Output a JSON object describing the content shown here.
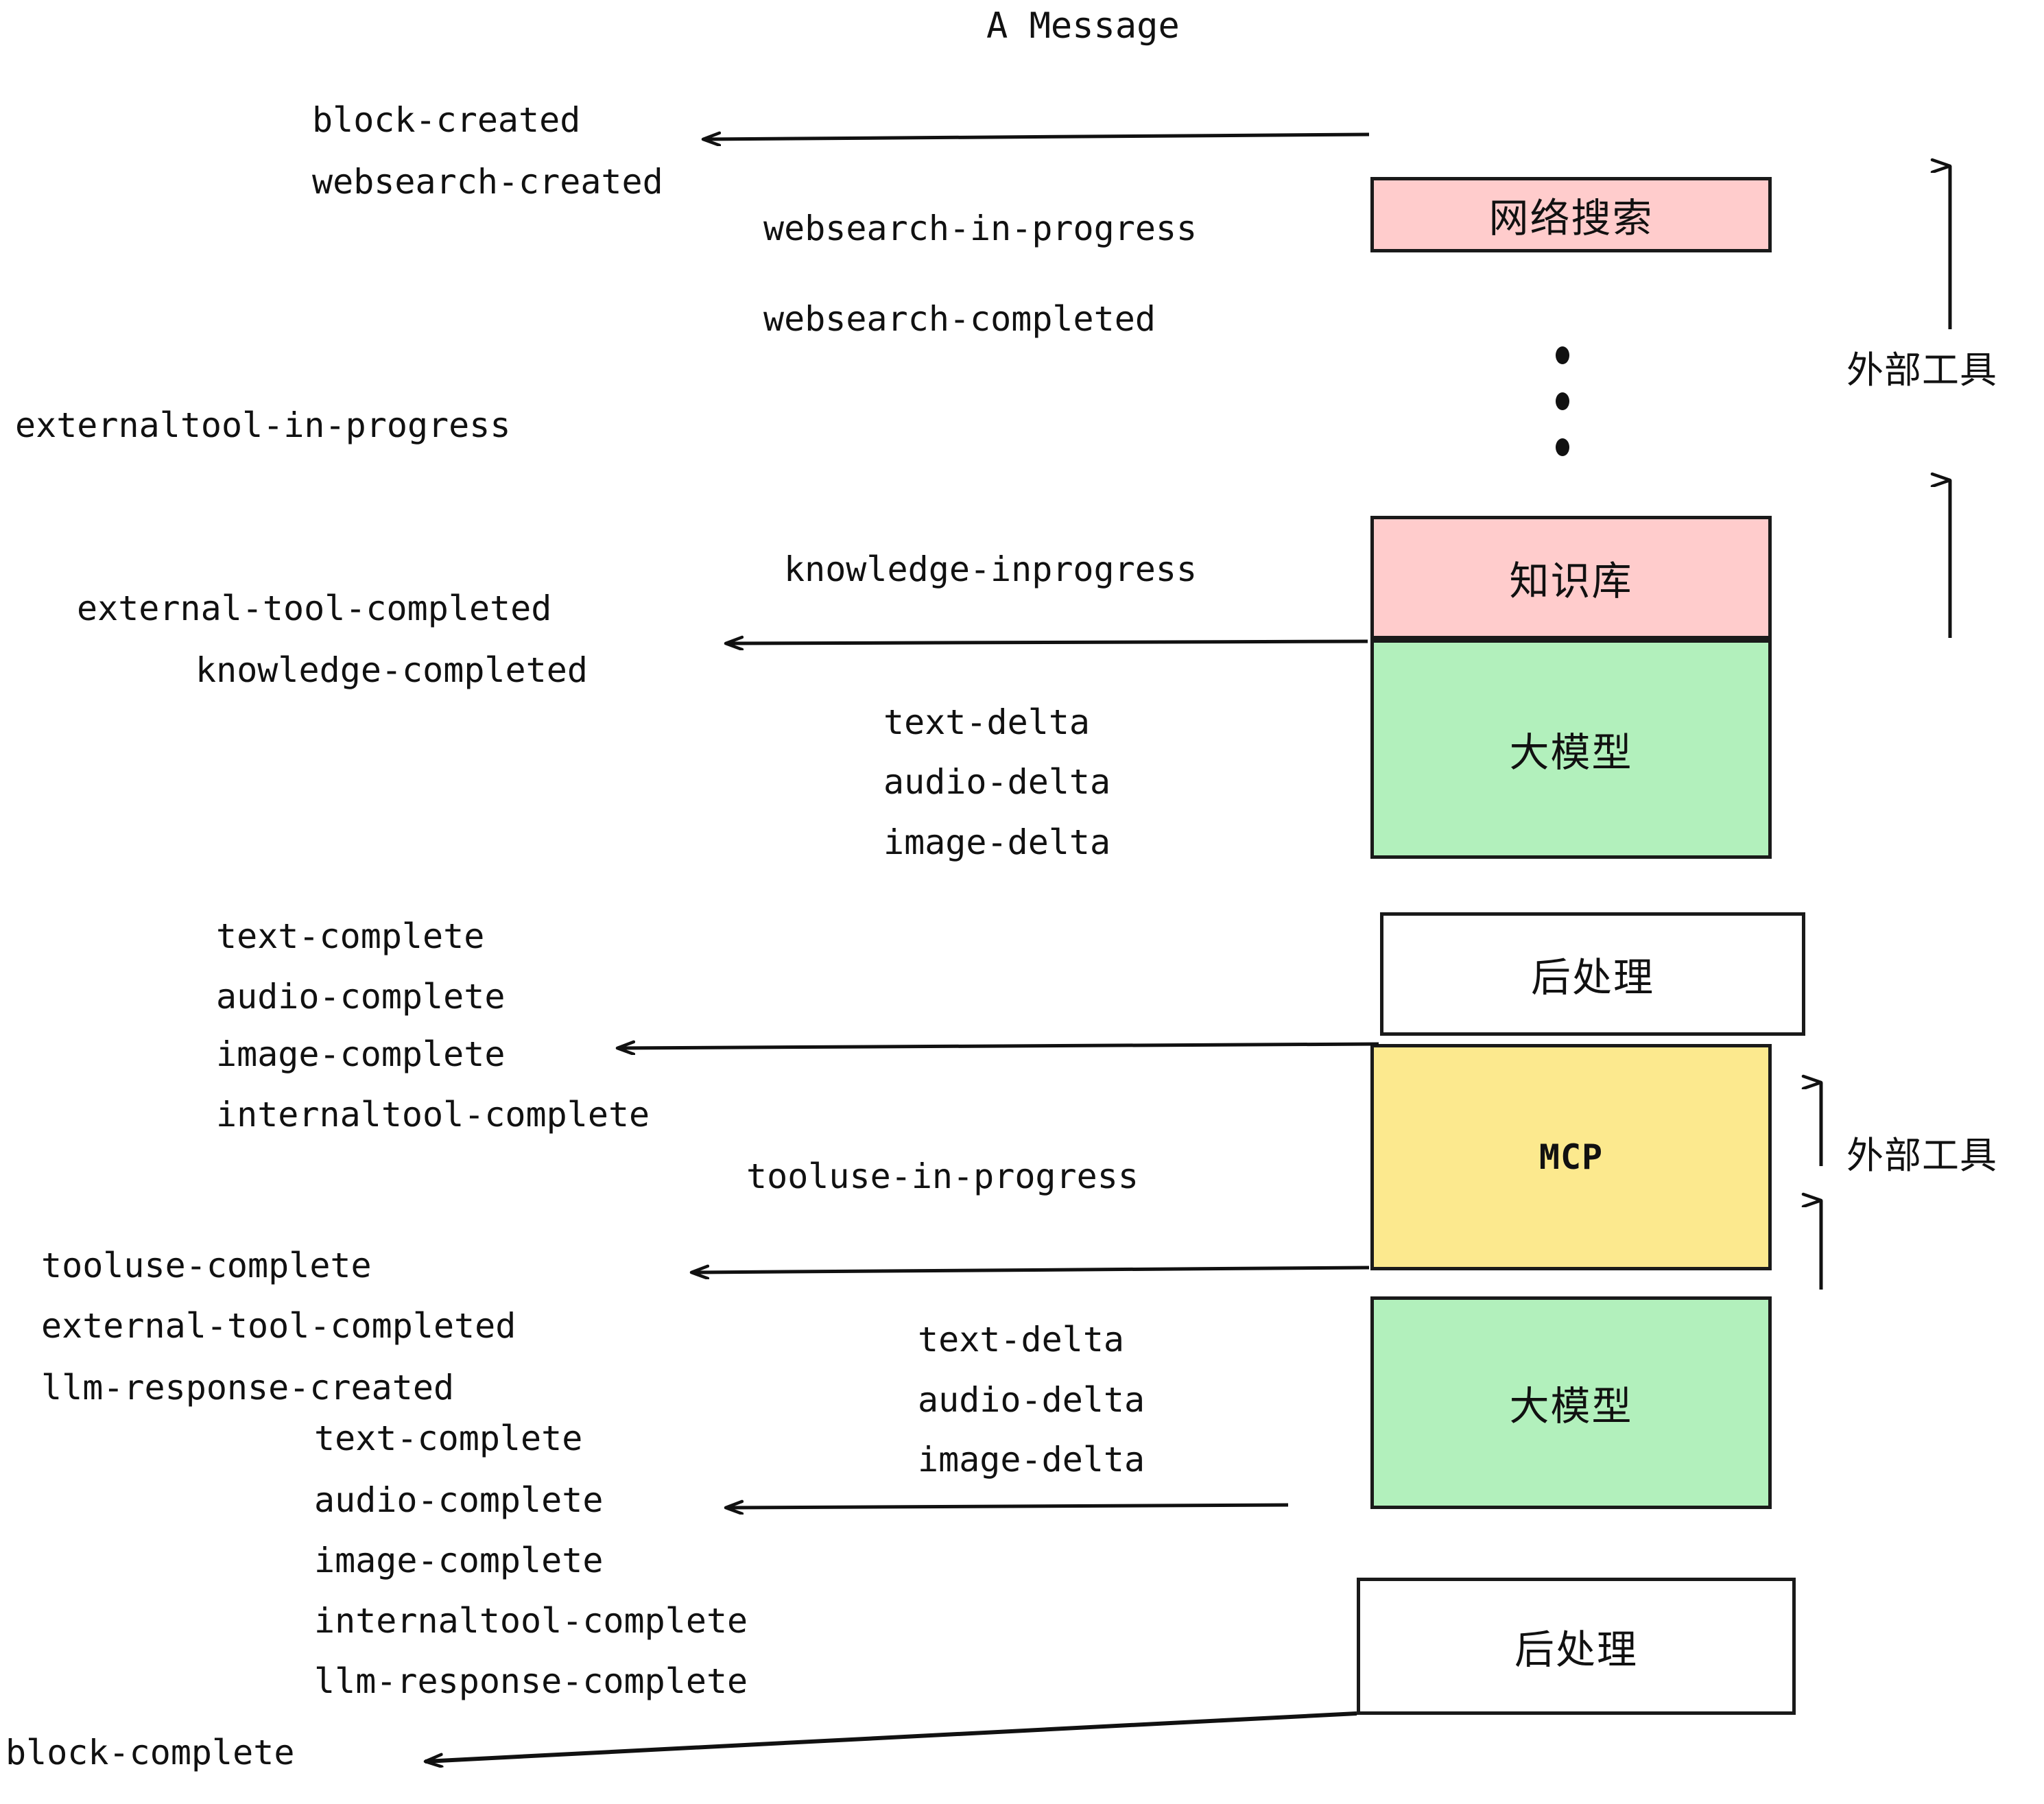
{
  "diagram": {
    "title": "A Message",
    "colors": {
      "pink": "#FFCCCC",
      "green": "#B2F0BC",
      "yellow": "#FCE98E",
      "white": "#FFFFFF",
      "stroke": "#1A1A1A",
      "text": "#111111",
      "background": "#FFFFFF"
    },
    "boxes": [
      {
        "id": "websearch",
        "label": "网络搜索",
        "fill": "pink"
      },
      {
        "id": "knowledge",
        "label": "知识库",
        "fill": "pink"
      },
      {
        "id": "llm-1",
        "label": "大模型",
        "fill": "green"
      },
      {
        "id": "postprocess-1",
        "label": "后处理",
        "fill": "white"
      },
      {
        "id": "mcp",
        "label": "MCP",
        "fill": "yellow"
      },
      {
        "id": "llm-2",
        "label": "大模型",
        "fill": "green"
      },
      {
        "id": "postprocess-2",
        "label": "后处理",
        "fill": "white"
      }
    ],
    "side_labels": [
      {
        "id": "external-tools-top",
        "label": "外部工具"
      },
      {
        "id": "external-tools-bottom",
        "label": "外部工具"
      }
    ],
    "events": {
      "block_created": "block-created",
      "websearch_created": "websearch-created",
      "websearch_in_progress": "websearch-in-progress",
      "websearch_completed": "websearch-completed",
      "externaltool_in_progress": "externaltool-in-progress",
      "knowledge_inprogress": "knowledge-inprogress",
      "external_tool_completed_1": "external-tool-completed",
      "knowledge_completed": "knowledge-completed",
      "llm1_text_delta": "text-delta",
      "llm1_audio_delta": "audio-delta",
      "llm1_image_delta": "image-delta",
      "pp1_text_complete": "text-complete",
      "pp1_audio_complete": "audio-complete",
      "pp1_image_complete": "image-complete",
      "pp1_internaltool_complete": "internaltool-complete",
      "tooluse_in_progress": "tooluse-in-progress",
      "tooluse_complete": "tooluse-complete",
      "external_tool_completed_2": "external-tool-completed",
      "llm_response_created": "llm-response-created",
      "llm2_text_delta": "text-delta",
      "llm2_audio_delta": "audio-delta",
      "llm2_image_delta": "image-delta",
      "pp2_text_complete": "text-complete",
      "pp2_audio_complete": "audio-complete",
      "pp2_image_complete": "image-complete",
      "pp2_internaltool_complete": "internaltool-complete",
      "pp2_llm_response_complete": "llm-response-complete",
      "block_complete": "block-complete"
    }
  }
}
